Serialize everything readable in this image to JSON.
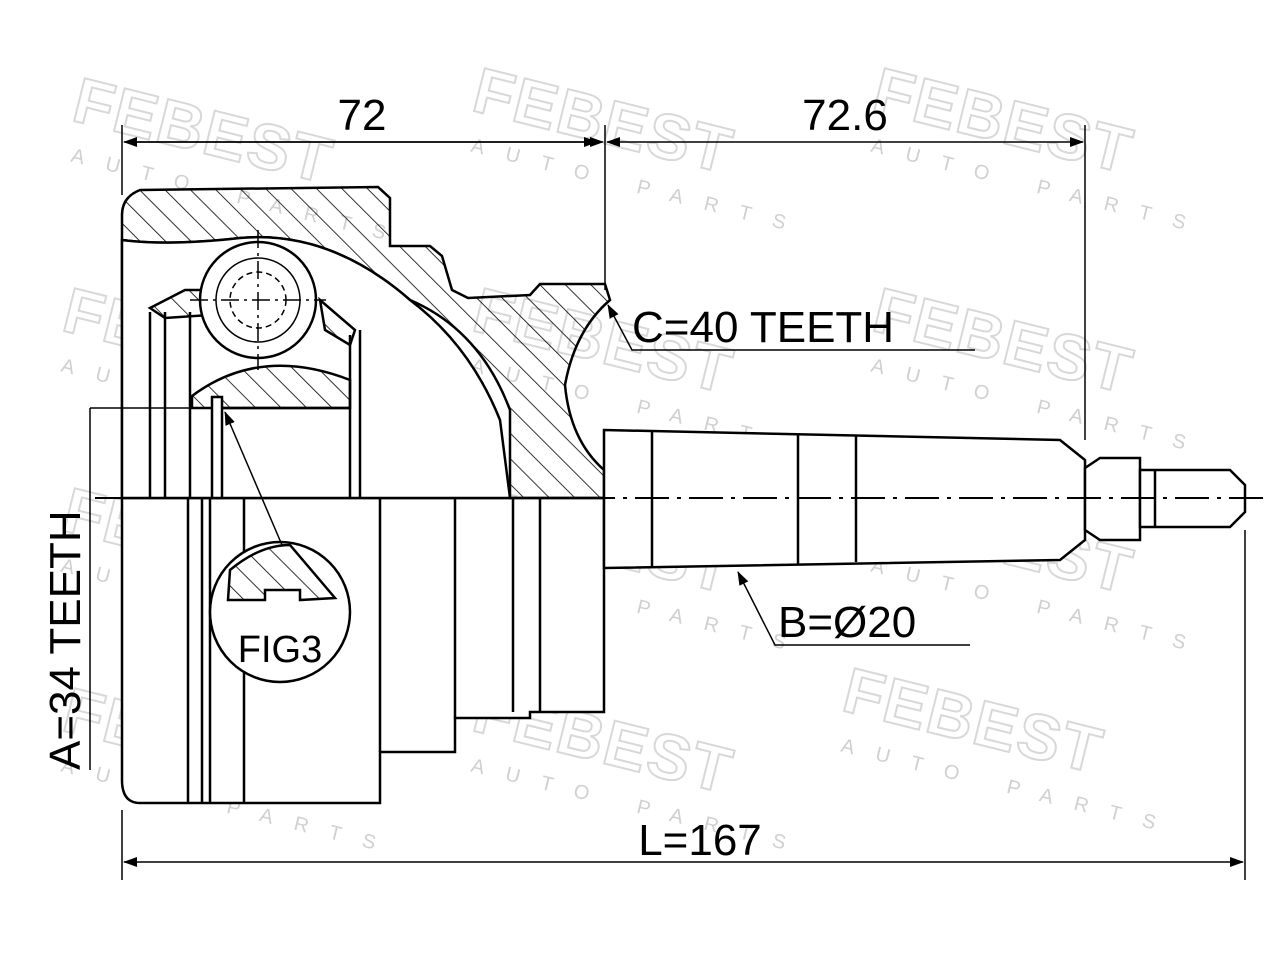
{
  "watermark": {
    "brand": "FEBEST",
    "tagline": "AUTO PARTS"
  },
  "dimensions": {
    "width_left": "72",
    "width_right": "72.6",
    "spline_c": "C=40 TEETH",
    "shaft_b": "B=Ø20",
    "spline_a": "A=34 TEETH",
    "length": "L=167",
    "figure_ref": "FIG3"
  }
}
